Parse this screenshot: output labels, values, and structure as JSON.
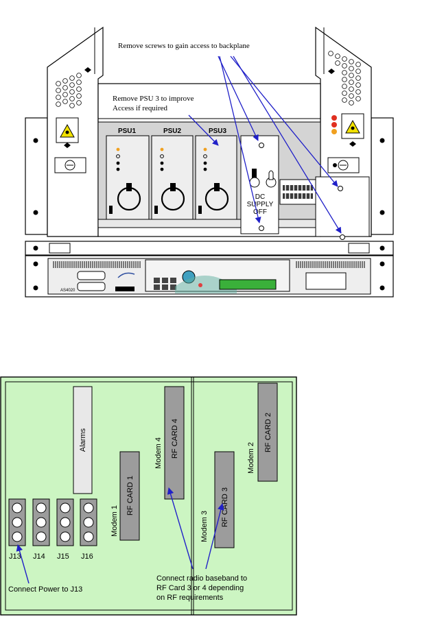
{
  "top_diagram": {
    "annotation_screws": "Remove screws to gain access to backplane",
    "annotation_psu_line1": "Remove PSU 3 to improve",
    "annotation_psu_line2": "Access if required",
    "psu_labels": [
      "PSU1",
      "PSU2",
      "PSU3"
    ],
    "dc_supply_line1": "DC",
    "dc_supply_line2": "SUPPLY",
    "dc_supply_line3": "OFF",
    "unit_model": "AS4020"
  },
  "bottom_diagram": {
    "alarms_label": "Alarms",
    "rf_cards": [
      "RF CARD 1",
      "RF CARD 2",
      "RF CARD 3",
      "RF CARD 4"
    ],
    "modems": [
      "Modem 1",
      "Modem 2",
      "Modem 3",
      "Modem 4"
    ],
    "connectors": [
      "J13",
      "J14",
      "J15",
      "J16"
    ],
    "power_note": "Connect Power to J13",
    "baseband_note_line1": "Connect radio baseband to",
    "baseband_note_line2": "RF Card 3 or 4 depending",
    "baseband_note_line3": "on RF requirements"
  },
  "colors": {
    "board_green": "#ccf5c2",
    "arrow_blue": "#2020c8",
    "card_grey": "#9c9c9c"
  }
}
